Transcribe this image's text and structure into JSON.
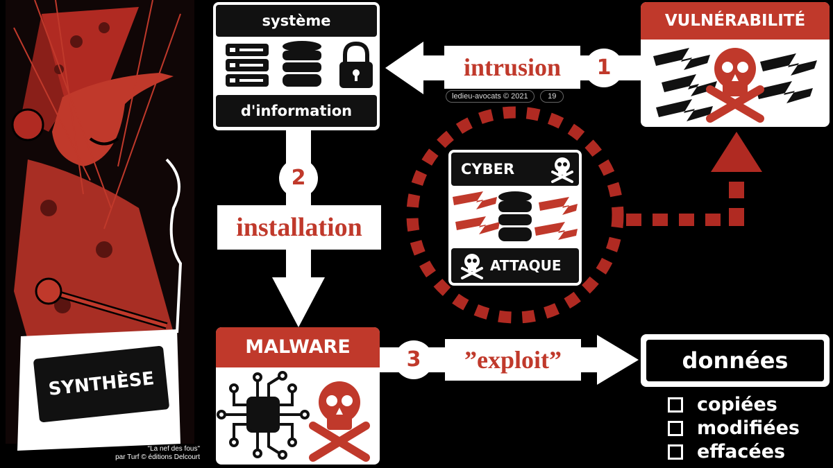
{
  "colors": {
    "accent": "#c0392b",
    "background": "#000000",
    "card": "#ffffff"
  },
  "left_panel": {
    "synthese_label": "SYNTHÈSE",
    "caption_line1": "\"La nef des fous\"",
    "caption_line2": "par Turf  © éditions Delcourt"
  },
  "systeme": {
    "top_label": "système",
    "bottom_label": "d'information",
    "icons": [
      "server-icon",
      "database-icon",
      "padlock-icon"
    ]
  },
  "vulnerabilite": {
    "title": "VULNÉRABILITÉ",
    "icons": [
      "lightning-icon",
      "skull-crossbones-icon"
    ]
  },
  "steps": [
    {
      "number": "1",
      "label": "intrusion"
    },
    {
      "number": "2",
      "label": "installation"
    },
    {
      "number": "3",
      "label": "”exploit”"
    }
  ],
  "credit": {
    "text": "ledieu-avocats © 2021",
    "page": "19"
  },
  "cyber_attaque": {
    "top": "CYBER",
    "bottom": "ATTAQUE"
  },
  "malware": {
    "title": "MALWARE",
    "icons": [
      "chip-icon",
      "skull-crossbones-icon"
    ]
  },
  "donnees": {
    "title": "données",
    "items": [
      "copiées",
      "modifiées",
      "effacées"
    ]
  }
}
